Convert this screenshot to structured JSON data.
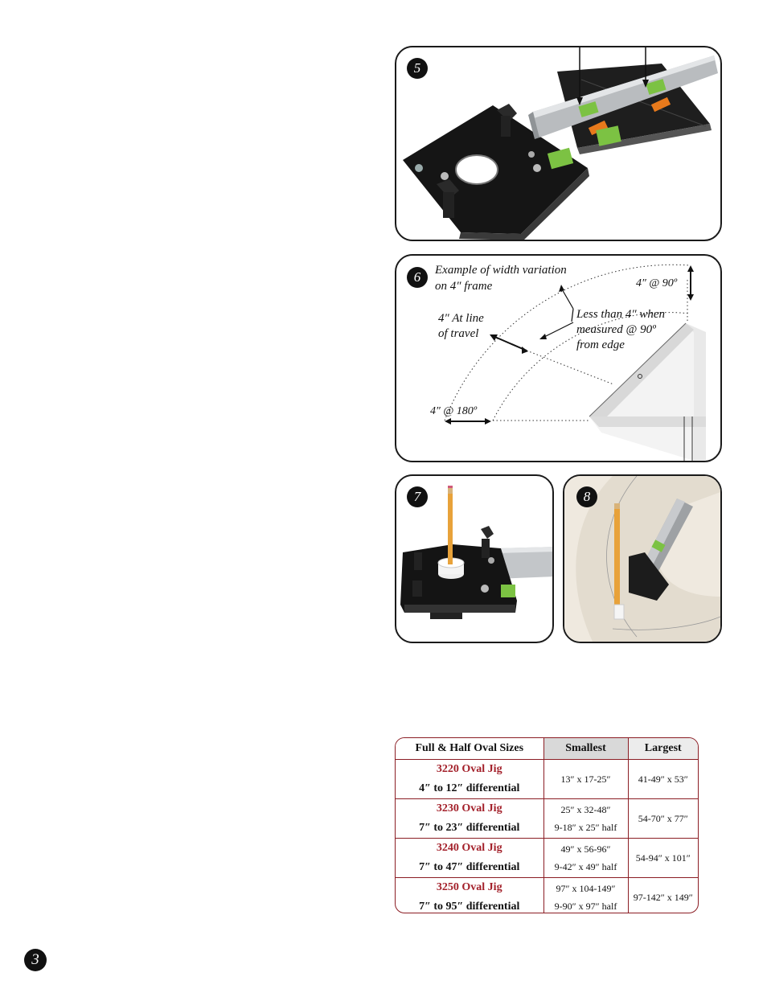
{
  "figures": {
    "fig5": {
      "number": "5"
    },
    "fig6": {
      "number": "6",
      "caption": "Example of width variation",
      "caption2": "on 4″ frame",
      "label_90": "4″ @ 90º",
      "label_line": "4″ At line",
      "label_line2": "of travel",
      "label_less": "Less than 4″ when",
      "label_less2": "measured @ 90º",
      "label_less3": "from edge",
      "label_180": "4″ @ 180º"
    },
    "fig7": {
      "number": "7"
    },
    "fig8": {
      "number": "8"
    }
  },
  "table": {
    "headers": [
      "Full & Half Oval Sizes",
      "Smallest",
      "Largest"
    ],
    "rows": [
      {
        "name": "3220 Oval Jig",
        "diff": "4″ to 12″ differential",
        "smallest": "13″ x 17-25″",
        "smallest_half": "",
        "largest": "41-49″ x 53″"
      },
      {
        "name": "3230 Oval Jig",
        "diff": "7″ to 23″ differential",
        "smallest": "25″ x 32-48″",
        "smallest_half": "9-18″ x 25″ half",
        "largest": "54-70″ x 77″"
      },
      {
        "name": "3240 Oval Jig",
        "diff": "7″ to 47″ differential",
        "smallest": "49″ x 56-96″",
        "smallest_half": "9-42″ x 49″ half",
        "largest": "54-94″ x 101″"
      },
      {
        "name": "3250 Oval Jig",
        "diff": "7″ to 95″ differential",
        "smallest": "97″ x 104-149″",
        "smallest_half": "9-90″ x 97″ half",
        "largest": "97-142″ x 149″"
      }
    ]
  },
  "page_number": "3",
  "colors": {
    "accent_red": "#a3202a",
    "border_red": "#8b1d24",
    "label_green": "#7cc243"
  }
}
